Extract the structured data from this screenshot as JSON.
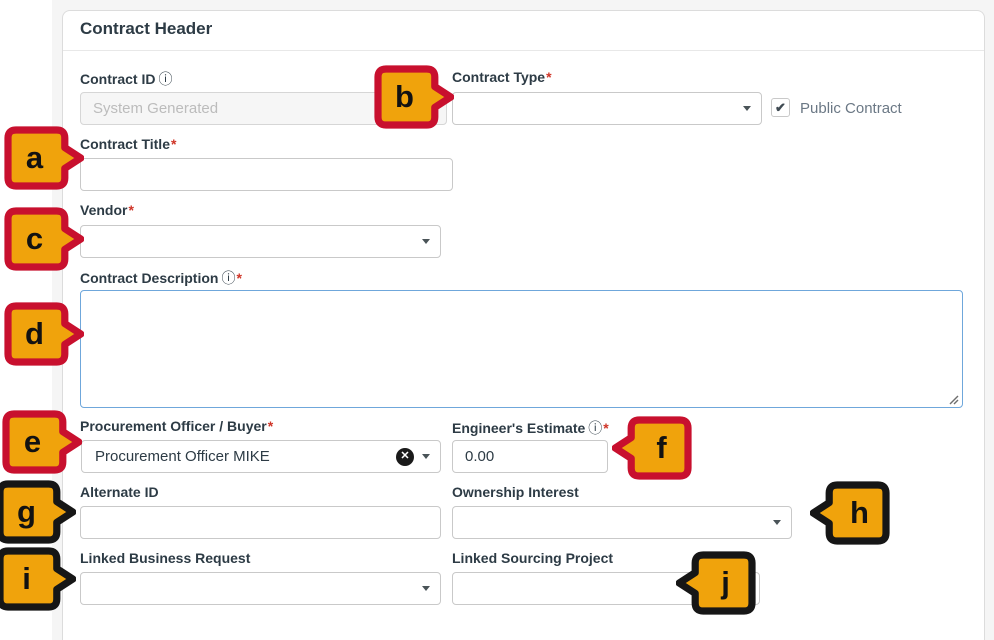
{
  "page": {
    "title": "Contract Header"
  },
  "ui": {
    "required_marker": "*"
  },
  "icons": {
    "info": "ⓘ",
    "clear": "✕",
    "checkmark": "✔"
  },
  "colors": {
    "annotation_fill": "#f0a30c",
    "annotation_border_red": "#c8102e",
    "annotation_border_black": "#161616",
    "required_asterisk": "#cf3427",
    "textarea_border": "#6fa7db",
    "label_text": "#2d3b45",
    "page_background": "#f5f5f5"
  },
  "fields": {
    "contract_id": {
      "label": "Contract ID",
      "placeholder": "System Generated",
      "value": "",
      "disabled": true
    },
    "contract_type": {
      "label": "Contract Type",
      "value": "",
      "required": true
    },
    "public_contract": {
      "label": "Public Contract",
      "checked": true
    },
    "contract_title": {
      "label": "Contract Title",
      "value": "",
      "required": true
    },
    "vendor": {
      "label": "Vendor",
      "value": "",
      "required": true
    },
    "contract_description": {
      "label": "Contract Description",
      "value": "",
      "required": true
    },
    "procurement_officer": {
      "label": "Procurement Officer / Buyer",
      "value": "Procurement Officer MIKE",
      "required": true
    },
    "engineers_estimate": {
      "label": "Engineer's Estimate",
      "value": "0.00",
      "required": true
    },
    "alternate_id": {
      "label": "Alternate ID",
      "value": ""
    },
    "ownership_interest": {
      "label": "Ownership Interest",
      "value": ""
    },
    "linked_business_request": {
      "label": "Linked Business Request",
      "value": ""
    },
    "linked_sourcing_project": {
      "label": "Linked Sourcing Project",
      "value": ""
    }
  },
  "annotations": [
    {
      "letter": "a"
    },
    {
      "letter": "b"
    },
    {
      "letter": "c"
    },
    {
      "letter": "d"
    },
    {
      "letter": "e"
    },
    {
      "letter": "f"
    },
    {
      "letter": "g"
    },
    {
      "letter": "h"
    },
    {
      "letter": "i"
    },
    {
      "letter": "j"
    }
  ]
}
